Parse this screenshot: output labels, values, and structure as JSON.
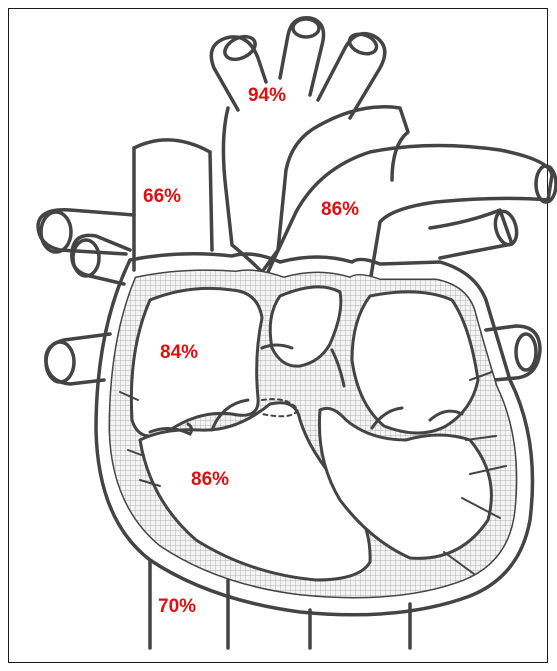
{
  "colors": {
    "label": "#e01010",
    "outline": "#444444",
    "wall_hatch": "#bcbcbc"
  },
  "labels": {
    "aorta": "94%",
    "superior_vena_cava": "66%",
    "pulmonary_artery": "86%",
    "right_atrium": "84%",
    "right_ventricle": "86%",
    "inferior_vena_cava": "70%"
  }
}
